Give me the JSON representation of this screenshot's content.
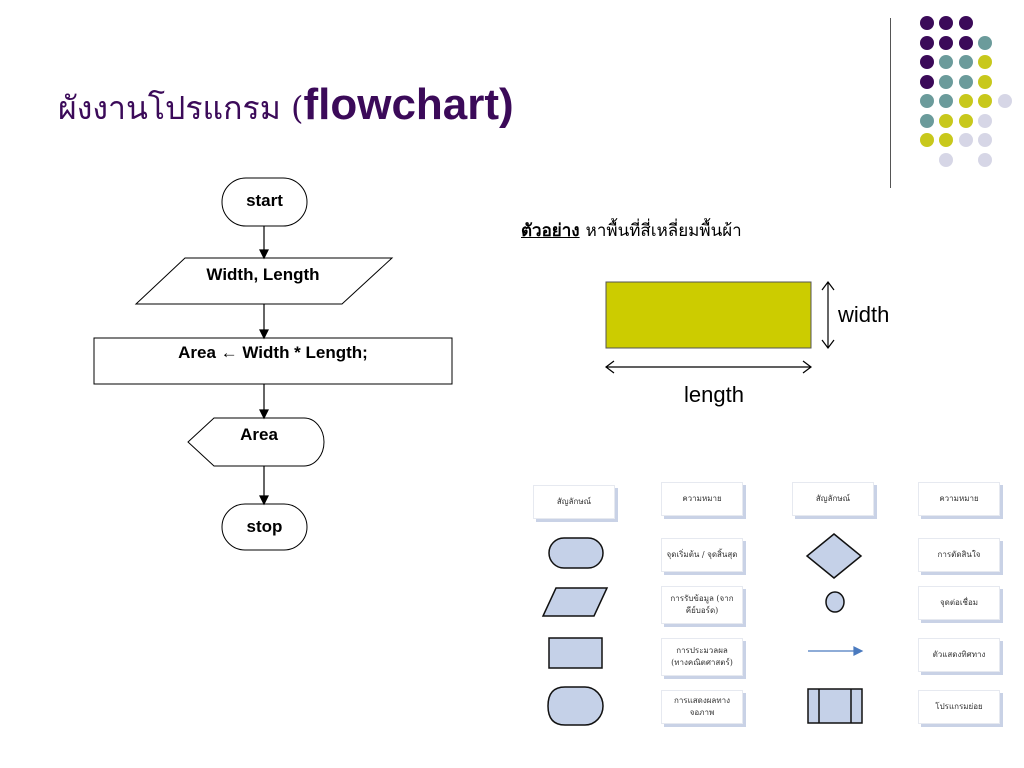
{
  "title": {
    "thai": "ผังงานโปรแกรม (",
    "english": "flowchart)"
  },
  "flowchart": {
    "start": "start",
    "input": "Width, Length",
    "process": "Area ← Width * Length;",
    "output": "Area",
    "stop": "stop"
  },
  "example": {
    "label": "ตัวอย่าง",
    "text": "หาพื้นที่สี่เหลี่ยมพื้นผ้า",
    "width_label": "width",
    "length_label": "length",
    "rect_color": "#cccc00"
  },
  "legend": {
    "header_symbol": "สัญลักษณ์",
    "header_meaning": "ความหมาย",
    "items": [
      {
        "symbol": "terminator-icon",
        "meaning": "จุดเริ่มต้น / จุดสิ้นสุด"
      },
      {
        "symbol": "parallelogram-icon",
        "meaning": "การรับข้อมูล (จากคีย์บอร์ด)"
      },
      {
        "symbol": "rectangle-icon",
        "meaning": "การประมวลผล (ทางคณิตศาสตร์)"
      },
      {
        "symbol": "display-icon",
        "meaning": "การแสดงผลทางจอภาพ"
      },
      {
        "symbol": "diamond-icon",
        "meaning": "การตัดสินใจ"
      },
      {
        "symbol": "circle-icon",
        "meaning": "จุดต่อเชื่อม"
      },
      {
        "symbol": "arrow-icon",
        "meaning": "ตัวแสดงทิศทาง"
      },
      {
        "symbol": "subprocess-icon",
        "meaning": "โปรแกรมย่อย"
      }
    ]
  },
  "colors": {
    "title": "#3b0a59",
    "dark_purple": "#3b0a59",
    "teal": "#6b9b9b",
    "yellow": "#c8c81c",
    "lavender": "#d6d6e6",
    "symbol_fill": "#c5d1e8"
  }
}
